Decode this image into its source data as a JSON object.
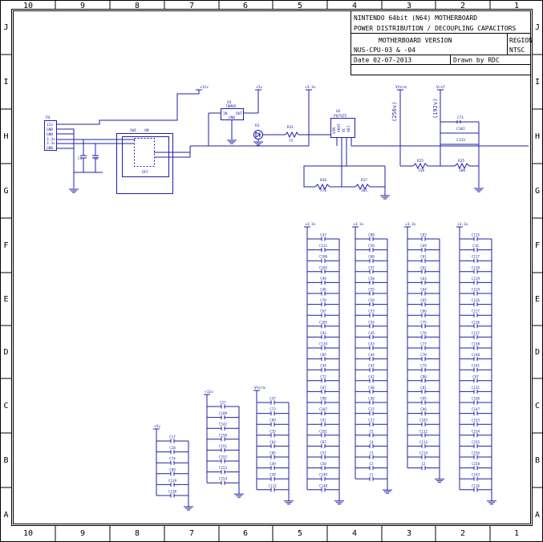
{
  "title_block": {
    "title_line1": "NINTENDO 64bit (N64) MOTHERBOARD",
    "title_line2": "POWER DISTRIBUTION / DECOUPLING CAPACITORS",
    "version_label": "MOTHERBOARD VERSION",
    "version_value": "NUS-CPU-03 & -04",
    "region_label": "REGION",
    "region_value": "NTSC",
    "date": "Date 02-07-2013",
    "drawn_by": "Drawn by RDC"
  },
  "grid": {
    "columns": [
      "10",
      "9",
      "8",
      "7",
      "6",
      "5",
      "4",
      "3",
      "2",
      "1"
    ],
    "rows": [
      "J",
      "I",
      "H",
      "G",
      "F",
      "E",
      "D",
      "C",
      "B",
      "A"
    ]
  },
  "colors": {
    "ink": "#000000",
    "wire": "#1f1fa8"
  },
  "schematic": {
    "connector": {
      "ref": "P4",
      "pins": [
        "12v",
        "GND",
        "GND",
        "3.3v",
        "3.3v",
        "GND"
      ]
    },
    "switch": {
      "ref": "SW1",
      "on": "ON",
      "off": "OFF"
    },
    "c_left": [
      "C1",
      "C2"
    ],
    "regulator": {
      "ref": "U3",
      "part": "78M05",
      "pin_in": "IN",
      "pin_out": "OUT",
      "pin_gnd": "GND"
    },
    "led": {
      "ref": "D3"
    },
    "r31": {
      "ref": "R31",
      "value": "75"
    },
    "u2": {
      "ref": "U2",
      "part": "PQ7VZ5",
      "pins": [
        "VIN",
        "VOUT",
        "VC",
        "ADJ"
      ]
    },
    "r26": {
      "ref": "R26",
      "value": "576"
    },
    "r27": {
      "ref": "R27",
      "value": "381"
    },
    "r25": {
      "ref": "R25",
      "value": "150"
    },
    "r35": {
      "ref": "R35",
      "value": "300"
    },
    "vterm": {
      "label": "Vterm",
      "value": "(256v)"
    },
    "vref": {
      "label": "Vref",
      "value": "(192v)"
    },
    "vref_caps": [
      "C71",
      "C102",
      "C133"
    ],
    "rails": {
      "p12v": "+12v",
      "p5v": "+5v",
      "p3v3": "+3.3v",
      "vterm": "Vterm"
    }
  },
  "banks": [
    {
      "rail": "+5v",
      "caps": [
        "C17",
        "C18",
        "C74",
        "C89",
        "C139",
        "C130"
      ]
    },
    {
      "rail": "+12v",
      "caps": [
        "C27",
        "C109",
        "C142",
        "C150",
        "C151",
        "C152",
        "C153",
        "C154"
      ]
    },
    {
      "rail": "Vterm",
      "caps": [
        "C37",
        "C73",
        "C89",
        "C35",
        "C64",
        "C85",
        "C49",
        "C58",
        "C111"
      ]
    },
    {
      "rail": "+3.3v",
      "caps": [
        "C47",
        "C121",
        "C100",
        "C165",
        "C99",
        "C46",
        "C70",
        "C67",
        "C105",
        "C92",
        "C129",
        "C85",
        "C94",
        "C72",
        "C87",
        "C98",
        "C107",
        "C91",
        "C101",
        "C87",
        "C51",
        "C50",
        "C149",
        "C148"
      ]
    },
    {
      "rail": "+3.3v",
      "caps": [
        "C88",
        "C59",
        "C60",
        "C57",
        "C58",
        "C55",
        "C56",
        "C53",
        "C54",
        "C45",
        "C43",
        "C44",
        "C42",
        "C41",
        "C40",
        "C36",
        "C23",
        "C22",
        "C5",
        "C4",
        "C3",
        "C2",
        "C1"
      ]
    },
    {
      "rail": "+3.3v",
      "caps": [
        "C83",
        "C69",
        "C61",
        "C62",
        "C63",
        "C64",
        "C65",
        "C66",
        "C75",
        "C76",
        "C77",
        "C78",
        "C79",
        "C80",
        "C81",
        "C95",
        "C96",
        "C103",
        "C112",
        "C113",
        "C114",
        "C2"
      ]
    },
    {
      "rail": "+3.3v",
      "caps": [
        "C115",
        "C16",
        "C117",
        "C118",
        "C119",
        "C124",
        "C126",
        "C127",
        "C136",
        "C137",
        "C138",
        "C140",
        "C141",
        "C97",
        "C131",
        "C146",
        "C147",
        "C153",
        "C154",
        "C155",
        "C156",
        "C158",
        "C143",
        "C116"
      ]
    }
  ]
}
